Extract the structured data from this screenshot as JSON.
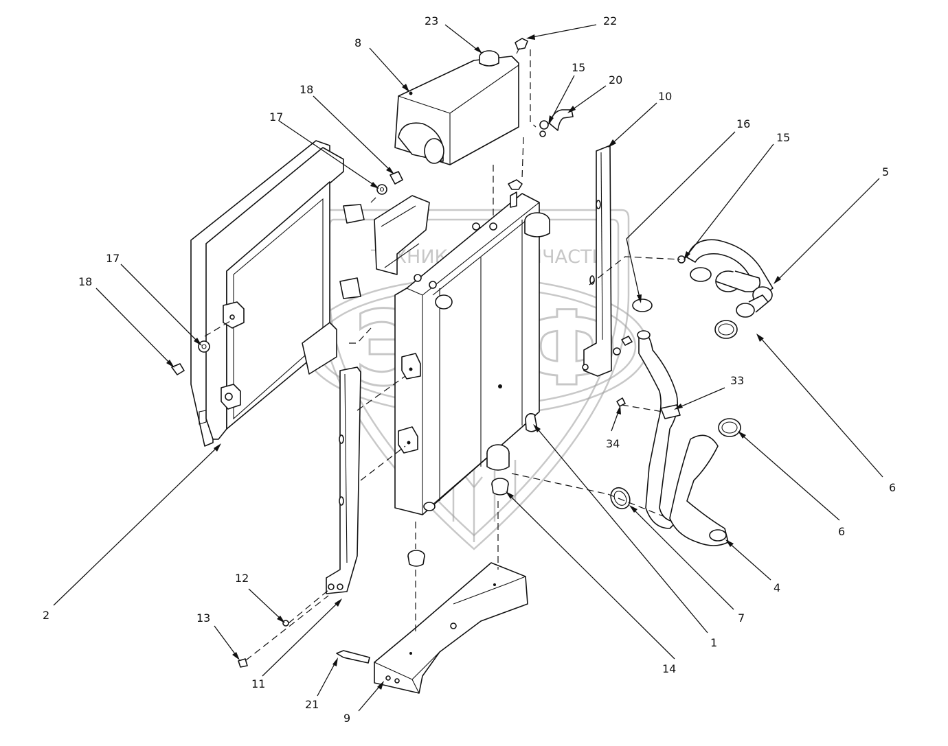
{
  "watermark": {
    "line1": "ТЕХНИКА",
    "gear": "⚙",
    "line2": "ЗАПЧАСТИ",
    "logo": "ЭПФ"
  },
  "callouts": [
    {
      "id": "23",
      "label": "23"
    },
    {
      "id": "22",
      "label": "22"
    },
    {
      "id": "8",
      "label": "8"
    },
    {
      "id": "15a",
      "label": "15"
    },
    {
      "id": "20",
      "label": "20"
    },
    {
      "id": "18a",
      "label": "18"
    },
    {
      "id": "10",
      "label": "10"
    },
    {
      "id": "16",
      "label": "16"
    },
    {
      "id": "15b",
      "label": "15"
    },
    {
      "id": "5",
      "label": "5"
    },
    {
      "id": "17a",
      "label": "17"
    },
    {
      "id": "17b",
      "label": "17"
    },
    {
      "id": "18b",
      "label": "18"
    },
    {
      "id": "33",
      "label": "33"
    },
    {
      "id": "34",
      "label": "34"
    },
    {
      "id": "6a",
      "label": "6"
    },
    {
      "id": "6b",
      "label": "6"
    },
    {
      "id": "4",
      "label": "4"
    },
    {
      "id": "2",
      "label": "2"
    },
    {
      "id": "12",
      "label": "12"
    },
    {
      "id": "13",
      "label": "13"
    },
    {
      "id": "11",
      "label": "11"
    },
    {
      "id": "21",
      "label": "21"
    },
    {
      "id": "9",
      "label": "9"
    },
    {
      "id": "14",
      "label": "14"
    },
    {
      "id": "1",
      "label": "1"
    },
    {
      "id": "7",
      "label": "7"
    }
  ]
}
